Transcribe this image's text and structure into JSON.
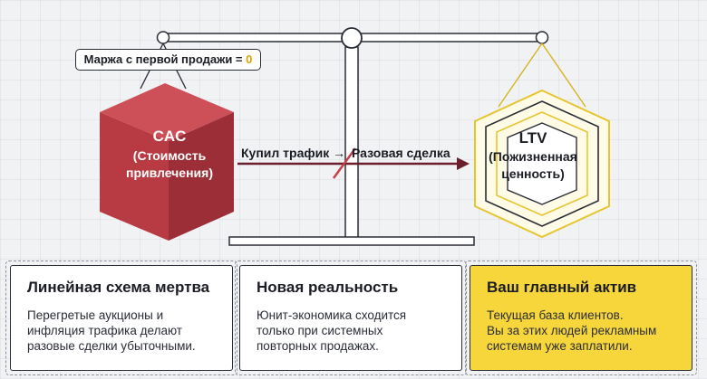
{
  "balance_label": {
    "text": "Маржа с первой продажи",
    "equals": " = ",
    "value": "0"
  },
  "cac": {
    "title": "CAC",
    "subtitle": [
      "(Стоимость",
      "привлечения)"
    ]
  },
  "ltv": {
    "title": "LTV",
    "subtitle": [
      "(Пожизненная",
      "ценность)"
    ]
  },
  "flow": {
    "left": "Купил трафик →",
    "right": "Разовая сделка"
  },
  "cards": [
    {
      "title": "Линейная схема мертва",
      "lines": [
        "Перегретые аукционы и",
        "инфляция трафика делают",
        "разовые сделки убыточными."
      ]
    },
    {
      "title": "Новая реальность",
      "lines": [
        "Юнит-экономика сходится",
        "только при системных",
        "повторных продажах."
      ]
    },
    {
      "title": "Ваш главный актив",
      "lines": [
        "Текущая база клиентов.",
        "Вы за этих людей рекламным",
        "системам уже заплатили."
      ]
    }
  ],
  "colors": {
    "cac": "#b83b44",
    "accent": "#f7d63c",
    "arrow": "#6b1f2c",
    "ink": "#2a2d36"
  }
}
